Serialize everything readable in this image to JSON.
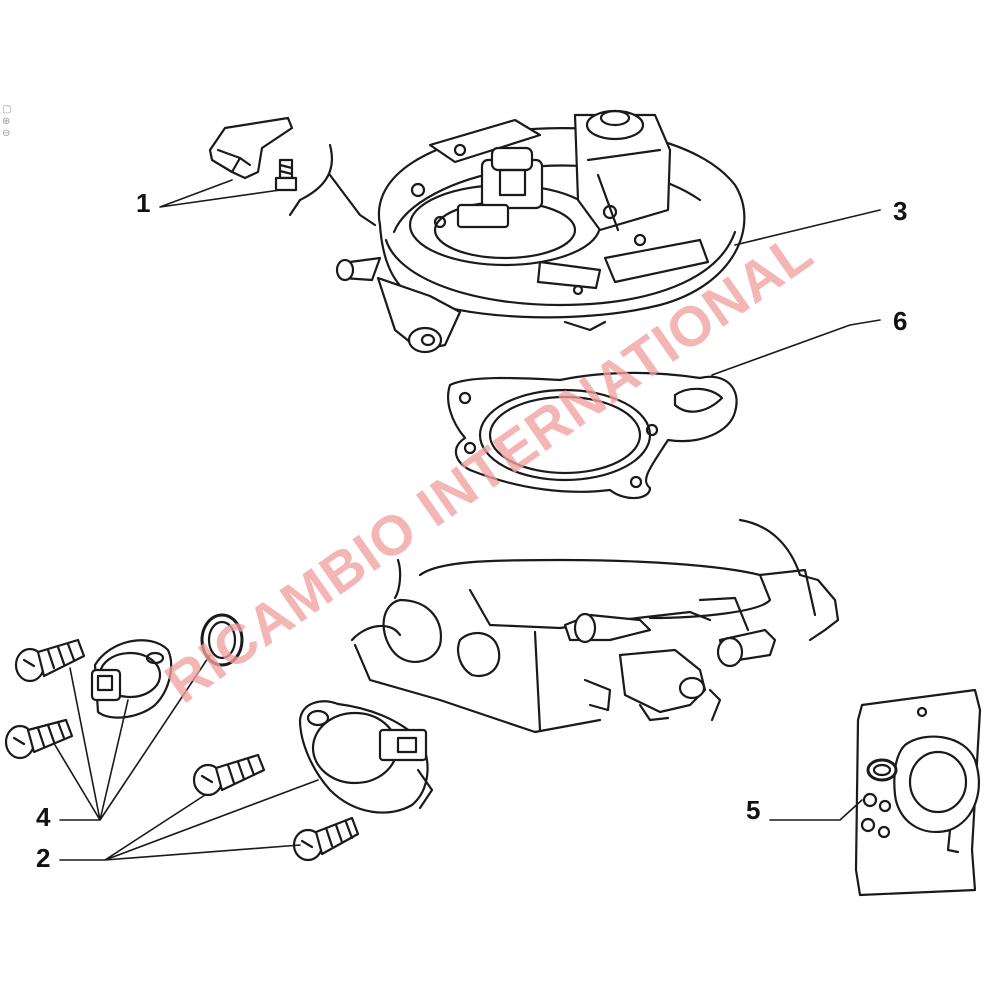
{
  "diagram": {
    "callouts": [
      {
        "id": "1",
        "label": "1"
      },
      {
        "id": "3",
        "label": "3"
      },
      {
        "id": "6",
        "label": "6"
      },
      {
        "id": "4",
        "label": "4"
      },
      {
        "id": "5",
        "label": "5"
      },
      {
        "id": "2",
        "label": "2"
      }
    ],
    "watermark": "RICAMBIO INTERNATIONAL",
    "colors": {
      "line": "#1a1a1a",
      "watermark": "#f1a0a0",
      "background": "#ffffff"
    },
    "viewer_icons": [
      "frame-icon",
      "zoom-in-icon",
      "zoom-out-icon"
    ]
  }
}
